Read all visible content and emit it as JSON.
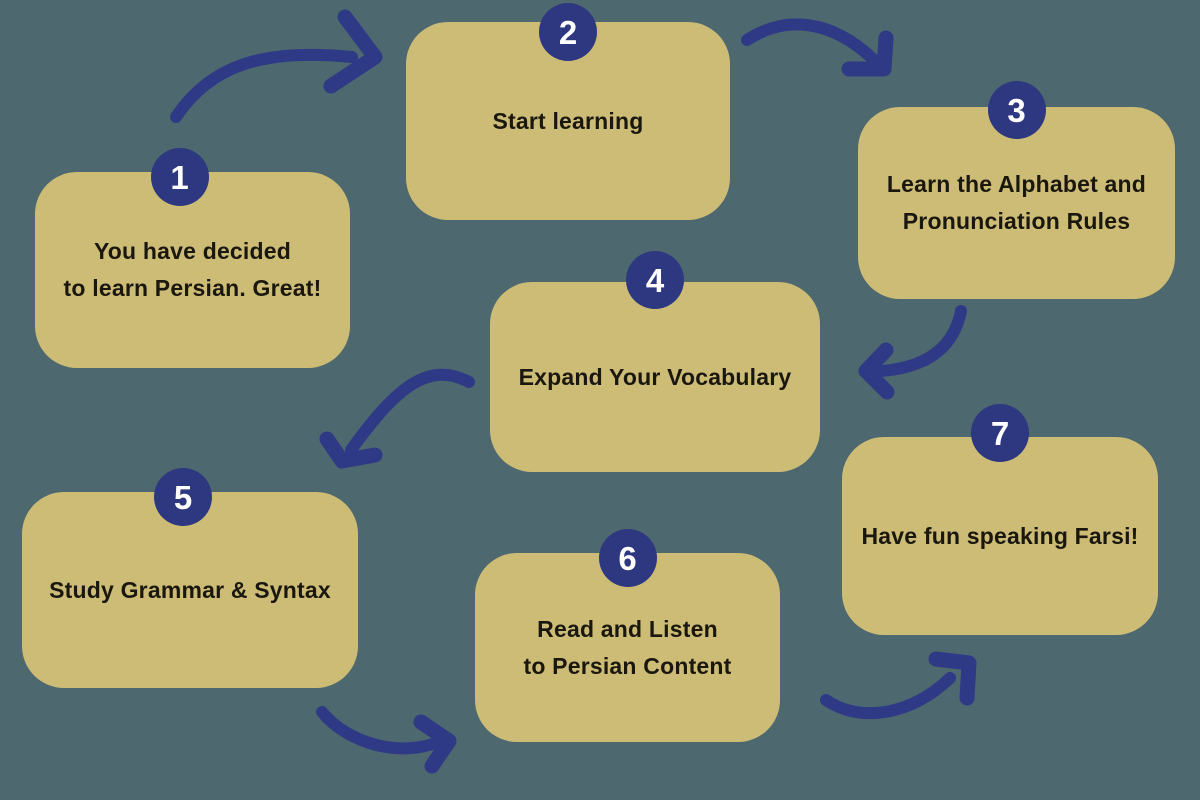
{
  "colors": {
    "background": "#4d686e",
    "card_fill": "#cdbc76",
    "badge_fill": "#2d3880",
    "badge_text": "#ffffff",
    "arrow": "#2e3a86",
    "text": "#1a170f"
  },
  "steps": [
    {
      "number": "1",
      "label": "You have decided\nto learn Persian. Great!"
    },
    {
      "number": "2",
      "label": "Start learning"
    },
    {
      "number": "3",
      "label": "Learn the Alphabet and\nPronunciation Rules"
    },
    {
      "number": "4",
      "label": "Expand Your Vocabulary"
    },
    {
      "number": "5",
      "label": "Study Grammar & Syntax"
    },
    {
      "number": "6",
      "label": "Read and Listen\nto Persian Content"
    },
    {
      "number": "7",
      "label": "Have fun speaking Farsi!"
    }
  ]
}
